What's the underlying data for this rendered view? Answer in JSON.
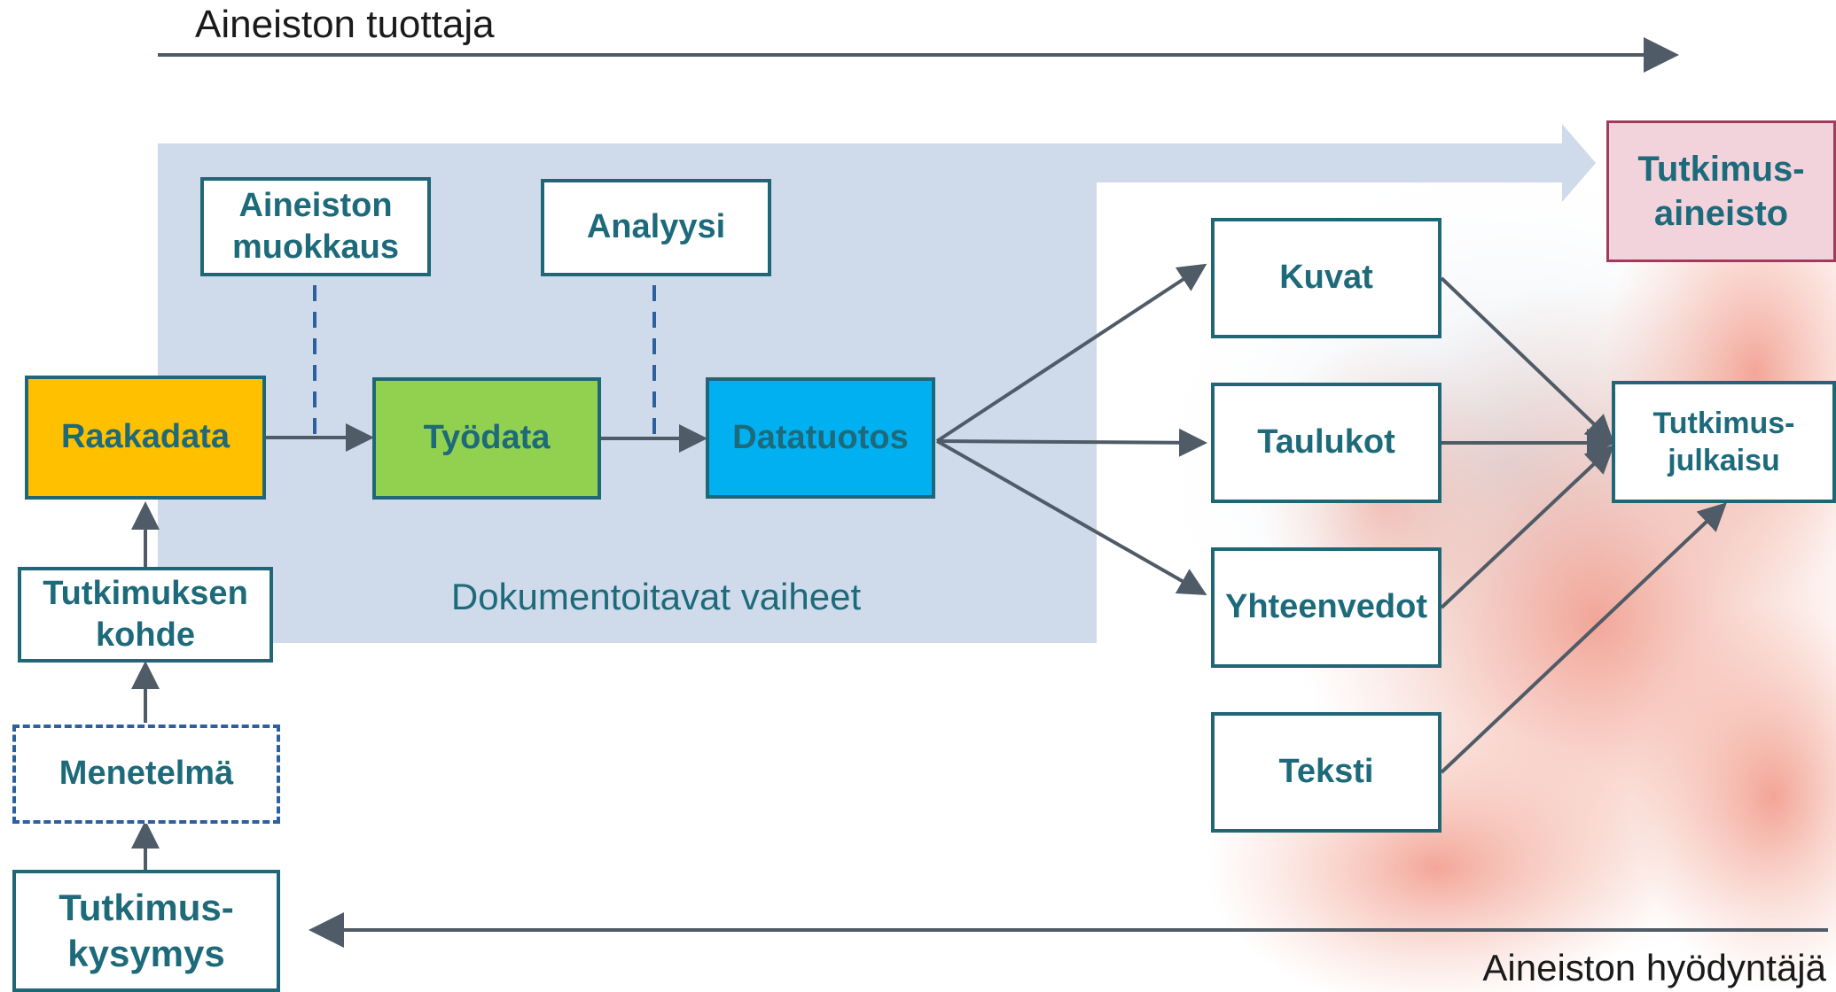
{
  "labels": {
    "producer": "Aineiston tuottaja",
    "user": "Aineiston hyödyntäjä",
    "documented_phases": "Dokumentoitavat vaiheet"
  },
  "nodes": {
    "raakadata": "Raakadata",
    "tyodata": "Työdata",
    "datatuotos": "Datatuotos",
    "aineiston_muokkaus": "Aineiston\nmuokkaus",
    "analyysi": "Analyysi",
    "tutkimuksen_kohde": "Tutkimuksen\nkohde",
    "menetelma": "Menetelmä",
    "tutkimuskysymys": "Tutkimus-\nkysymys",
    "kuvat": "Kuvat",
    "taulukot": "Taulukot",
    "yhteenvedot": "Yhteenvedot",
    "teksti": "Teksti",
    "tutkimusjulkaisu": "Tutkimus-\njulkaisu",
    "tutkimusaineisto": "Tutkimus-\naineisto"
  },
  "colors": {
    "raakadata": "#ffc000",
    "tyodata": "#92d050",
    "datatuotos": "#00b0f0",
    "documented_panel": "#cfdaeb",
    "box_border": "#1f6677",
    "text_teal": "#1d6a7a",
    "arrow_gray": "#4f5b66",
    "dashed_blue": "#2e5f9e",
    "tutkimusaineisto_fill": "#f2d3dc"
  }
}
